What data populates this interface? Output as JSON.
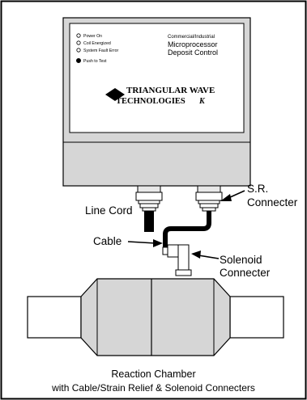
{
  "device": {
    "indicators": [
      {
        "label": "Power On",
        "style": "hollow"
      },
      {
        "label": "Coil Energized",
        "style": "hollow"
      },
      {
        "label": "System Fault Error",
        "style": "hollow"
      },
      {
        "label": "Push to Test",
        "style": "filled"
      }
    ],
    "heading": "Commercial/Industrial",
    "title_line1": "Microprocessor",
    "title_line2": "Deposit Control",
    "brand_line1": "TRIANGULAR WAVE",
    "brand_line2": "TECHNOLOGIES",
    "brand_suffix": "K"
  },
  "callouts": {
    "line_cord": "Line Cord",
    "sr_line1": "S.R.",
    "sr_line2": "Connecter",
    "cable": "Cable",
    "solenoid_line1": "Solenoid",
    "solenoid_line2": "Connecter"
  },
  "caption": {
    "line1": "Reaction Chamber",
    "line2": "with Cable/Strain Relief & Solenoid Connecters"
  }
}
